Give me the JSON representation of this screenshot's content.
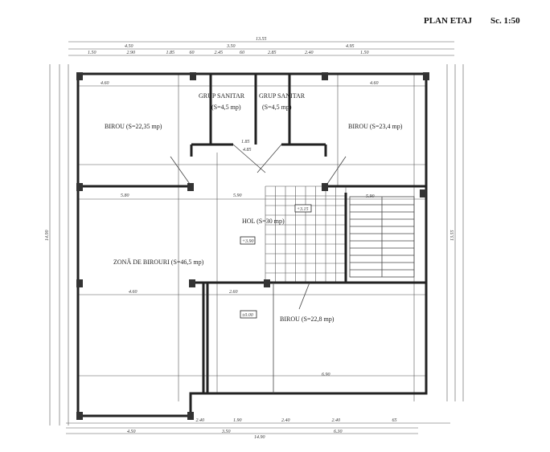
{
  "header": {
    "title": "PLAN ETAJ",
    "scale": "Sc. 1:50"
  },
  "rooms": {
    "wc_left_name": "GRUP SANITAR",
    "wc_left_area": "(S=4,5 mp)",
    "wc_right_name": "GRUP SANITAR",
    "wc_right_area": "(S=4,5 mp)",
    "office_nw": "BIROU (S=22,35 mp)",
    "office_ne": "BIROU (S=23,4 mp)",
    "hall": "HOL (S=30 mp)",
    "open_office": "ZONĂ DE BIROURI (S=46,5 mp)",
    "office_se": "BIROU (S=22,8 mp)"
  },
  "levels": {
    "stair": "+3.15",
    "hall": "+3.90",
    "office": "±0.00"
  },
  "dimensions": {
    "top_total": "13.55",
    "top_mid": [
      "4.50",
      "3.50",
      "4.95"
    ],
    "top_parts": [
      "1.50",
      "2.90",
      "1.85",
      "60",
      "2.45",
      "60",
      "2.85",
      "2.40",
      "1.50"
    ],
    "bottom_parts": [
      "2.40",
      "1.90",
      "2.40",
      "2.40",
      "65"
    ],
    "bottom_mid": [
      "4.50",
      "3.50",
      "6.30"
    ],
    "bottom_total": "14.90",
    "left_total": "14.90",
    "right_total": "13.55",
    "interior": [
      "4.60",
      "4.60",
      "5.80",
      "5.90",
      "4.60",
      "2.60",
      "6.90",
      "4.85",
      "1.85",
      "5.90"
    ]
  }
}
